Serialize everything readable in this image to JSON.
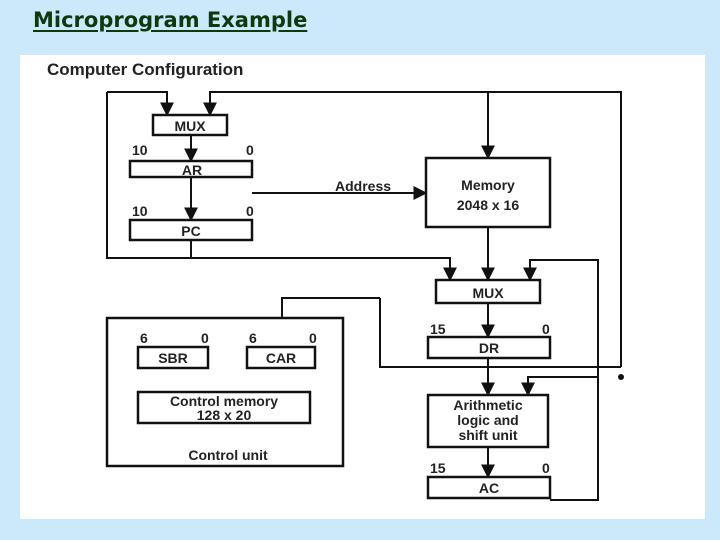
{
  "slide": {
    "title": "Microprogram Example"
  },
  "diagram": {
    "heading": "Computer Configuration",
    "mux_top": "MUX",
    "ar": {
      "name": "AR",
      "high": "10",
      "low": "0"
    },
    "pc": {
      "name": "PC",
      "high": "10",
      "low": "0"
    },
    "address_label": "Address",
    "memory": {
      "line1": "Memory",
      "line2": "2048 x 16"
    },
    "mux_right": "MUX",
    "dr": {
      "name": "DR",
      "high": "15",
      "low": "0"
    },
    "alu": {
      "line1": "Arithmetic",
      "line2": "logic and",
      "line3": "shift unit"
    },
    "ac": {
      "name": "AC",
      "high": "15",
      "low": "0"
    },
    "sbr": {
      "name": "SBR",
      "high": "6",
      "low": "0"
    },
    "car": {
      "name": "CAR",
      "high": "6",
      "low": "0"
    },
    "control_memory": {
      "line1": "Control memory",
      "line2": "128 x 20"
    },
    "control_unit_label": "Control unit"
  }
}
